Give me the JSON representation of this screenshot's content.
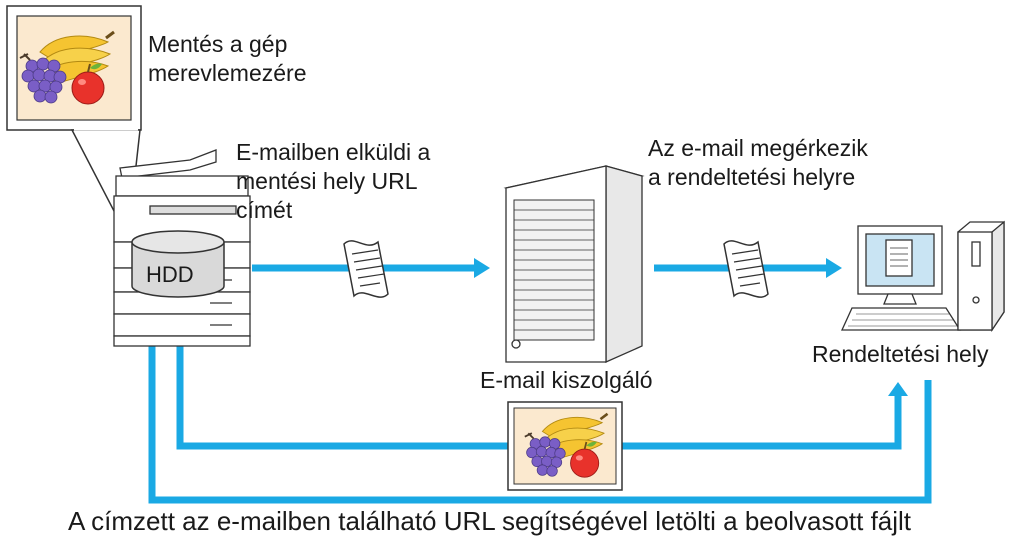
{
  "labels": {
    "save_to_hdd": "Mentés a gép\nmerevlemezére",
    "send_url": "E-mailben elküldi a\nmentési hely URL\ncímét",
    "email_arrives": "Az e-mail megérkezik\na rendeltetési helyre",
    "mail_server": "E-mail kiszolgáló",
    "destination": "Rendeltetési hely",
    "hdd": "HDD",
    "caption": "A címzett az e-mailben található URL segítségével letölti a beolvasott fájlt"
  },
  "colors": {
    "arrow": "#1aa9e4",
    "device_fill": "#ffffff",
    "device_stroke": "#333333",
    "hdd_fill": "#d9d9d9",
    "grape": "#7a5ec6",
    "banana": "#f5c431",
    "apple": "#e8322b"
  },
  "icons": [
    "printer-icon",
    "hdd-icon",
    "server-icon",
    "computer-icon",
    "email-document-icon",
    "scanned-image-icon"
  ]
}
